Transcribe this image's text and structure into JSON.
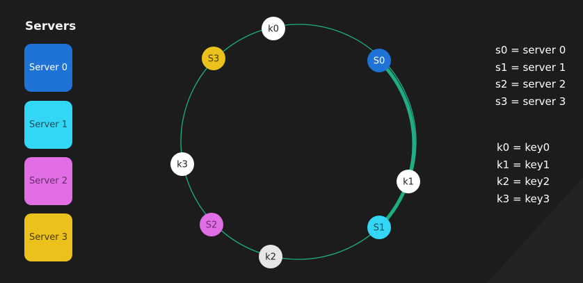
{
  "servers_heading": "Servers",
  "server_cards": [
    {
      "label": "Server 0",
      "color": "#1f73d6",
      "text_color": "#ffffff"
    },
    {
      "label": "Server 1",
      "color": "#33d6f5",
      "text_color": "#1e4d5a"
    },
    {
      "label": "Server 2",
      "color": "#e26ee6",
      "text_color": "#6b2a6d"
    },
    {
      "label": "Server 3",
      "color": "#eac21b",
      "text_color": "#4a3b05"
    }
  ],
  "ring": {
    "circle_color": "#1fae84",
    "highlight_color": "#1fae84",
    "nodes": [
      {
        "id": "k0",
        "label": "k0",
        "kind": "key",
        "fill": "#ffffff",
        "text": "#222222"
      },
      {
        "id": "s0",
        "label": "S0",
        "kind": "server",
        "fill": "#1f73d6",
        "text": "#ffffff"
      },
      {
        "id": "k1",
        "label": "k1",
        "kind": "key",
        "fill": "#ffffff",
        "text": "#222222"
      },
      {
        "id": "s1",
        "label": "S1",
        "kind": "server",
        "fill": "#33d6f5",
        "text": "#1e4d5a"
      },
      {
        "id": "k2",
        "label": "k2",
        "kind": "key",
        "fill": "#e6e6e6",
        "text": "#222222"
      },
      {
        "id": "s2",
        "label": "S2",
        "kind": "server",
        "fill": "#e26ee6",
        "text": "#6b2a6d"
      },
      {
        "id": "k3",
        "label": "k3",
        "kind": "key",
        "fill": "#ffffff",
        "text": "#222222"
      },
      {
        "id": "s3",
        "label": "S3",
        "kind": "server",
        "fill": "#eac21b",
        "text": "#4a3b05"
      }
    ]
  },
  "server_legend": [
    "s0 = server 0",
    "s1 = server 1",
    "s2 = server 2",
    "s3 = server 3"
  ],
  "key_legend": [
    "k0 = key0",
    "k1 = key1",
    "k2 = key2",
    "k3 = key3"
  ]
}
